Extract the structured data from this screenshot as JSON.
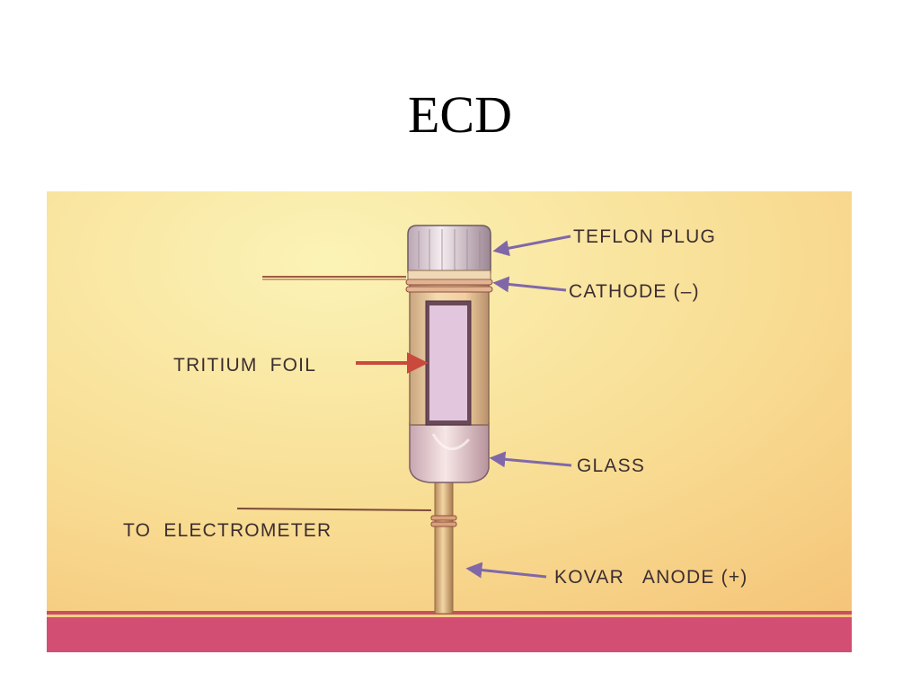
{
  "slide": {
    "title": "ECD"
  },
  "diagram": {
    "labels": {
      "teflon_plug": "TEFLON PLUG",
      "cathode": "CATHODE (–)",
      "tritium_foil": "TRITIUM  FOIL",
      "glass": "GLASS",
      "to_electrometer": "TO  ELECTROMETER",
      "kovar_anode": "KOVAR   ANODE (+)"
    },
    "colors": {
      "background_top": "#fbf3b6",
      "background_bottom": "#f6c97c",
      "base_strip": "#d24e73",
      "pointer_arrow": "#8068a8",
      "foil_arrow": "#c94a3c",
      "tube_body": "#f2d3a0",
      "foil": "#e2c6de"
    }
  }
}
